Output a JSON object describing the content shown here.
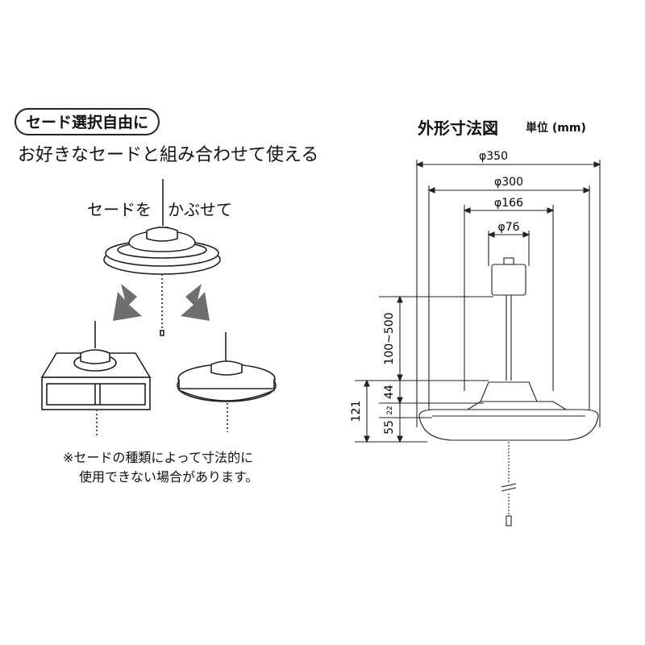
{
  "left_panel": {
    "badge": "セード選択自由に",
    "subtitle": "お好きなセードと組み合わせて使える",
    "instruction": "セードを　かぶせて",
    "note_line1": "※セードの種類によって寸法的に",
    "note_line2": "使用できない場合があります。"
  },
  "right_panel": {
    "title": "外形寸法図",
    "unit": "単位 (mm)",
    "dims": {
      "d350": "φ350",
      "d300": "φ300",
      "d166": "φ166",
      "d76": "φ76",
      "cord": "100~500",
      "h44": "44",
      "h121": "121",
      "h55": "55",
      "h22": "22"
    }
  },
  "colors": {
    "arrow": "#6e6e6e",
    "line": "#222222"
  }
}
